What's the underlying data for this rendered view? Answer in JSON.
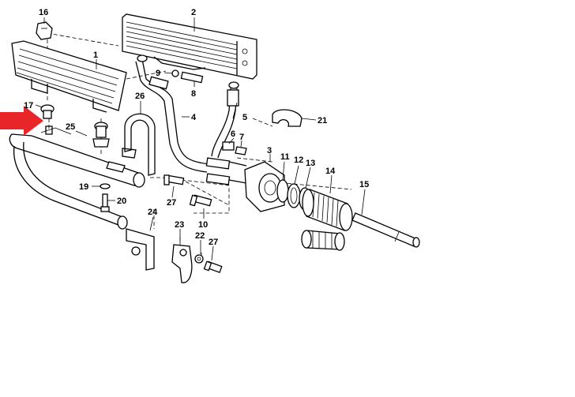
{
  "diagram": {
    "callouts": {
      "n1": "1",
      "n2": "2",
      "n3": "3",
      "n4": "4",
      "n5": "5",
      "n6": "6",
      "n7": "7",
      "n8": "8",
      "n9": "9",
      "n10": "10",
      "n11": "11",
      "n12": "12",
      "n13": "13",
      "n14": "14",
      "n15": "15",
      "n16": "16",
      "n17": "17",
      "n19": "19",
      "n20": "20",
      "n21": "21",
      "n22": "22",
      "n23": "23",
      "n24": "24",
      "n25": "25",
      "n26": "26",
      "n27a": "27",
      "n27b": "27"
    },
    "colors": {
      "line": "#000000",
      "background": "#ffffff",
      "arrow": "#e8262a"
    },
    "pointer_icon": "red-arrow-icon"
  }
}
